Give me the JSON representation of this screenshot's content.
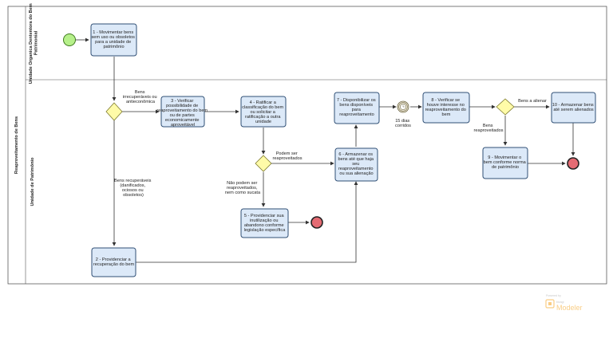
{
  "pool": {
    "title": "Reaproveitamento de Bens"
  },
  "lanes": [
    {
      "id": "lane-detentora",
      "title": [
        "Unidade Organica Dententora do Bem",
        "Patrimonial"
      ]
    },
    {
      "id": "lane-patrimonio",
      "title": [
        "Unidade de Patrimônio"
      ]
    }
  ],
  "tasks": [
    {
      "id": "t1",
      "lines": [
        "1 - Movimentar bens",
        "sem uso ou obsoletos",
        "para a unidade de",
        "patrimônio"
      ]
    },
    {
      "id": "t2",
      "lines": [
        "2 - Providenciar a",
        "recuperação do bem"
      ]
    },
    {
      "id": "t3",
      "lines": [
        "3 - Verificar",
        "possibilidade de",
        "reaproveitamento do bem",
        "ou de partes",
        "economicamente",
        "aproveitável"
      ]
    },
    {
      "id": "t4",
      "lines": [
        "4 - Ratificar a",
        "classificação do bem",
        "ou solicitar a",
        "ratificação a outra",
        "unidade"
      ]
    },
    {
      "id": "t5",
      "lines": [
        "5 - Providenciar sua",
        "inutilização ou",
        "abandono conforme",
        "legislação específica"
      ]
    },
    {
      "id": "t6",
      "lines": [
        "6 - Armazenar os",
        "bens até que haja",
        "seu",
        "reaproveitamento",
        "ou sua alienação"
      ]
    },
    {
      "id": "t7",
      "lines": [
        "7 - Disponibilizar os",
        "bens disponíveis",
        "para",
        "reaproveitamento"
      ]
    },
    {
      "id": "t8",
      "lines": [
        "8 - Verificar se",
        "houve interesse no",
        "reaproveitamento do",
        "bem"
      ]
    },
    {
      "id": "t9",
      "lines": [
        "9 - Movimentar o",
        "bem conforme norma",
        "de patrimônio"
      ]
    },
    {
      "id": "t10",
      "lines": [
        "10 - Armazenar bens",
        "até serem alienados"
      ]
    }
  ],
  "flow_labels": {
    "irrecuperaveis": [
      "Bens",
      "irrecuperáveis ou",
      "antieconômica"
    ],
    "recuperaveis": [
      "Bens recuperáveis",
      "(danificados,",
      "ociosos ou",
      "obsoletos)"
    ],
    "podem_ser": [
      "Podem ser",
      "reaproveitados"
    ],
    "nao_podem": [
      "Não podem ser",
      "reaproveitados,",
      "nem como sucata"
    ],
    "timer": [
      "15 dias",
      "corridos"
    ],
    "alienar": [
      "Bens a alienar"
    ],
    "reaproveitados": [
      "Bens",
      "reaproveitados"
    ]
  },
  "watermark": {
    "powered": "Powered by",
    "brand_small": "bizagi",
    "brand_large": "Modeler"
  },
  "colors": {
    "task_fill": "#dce9f8",
    "task_stroke": "#2f4f75",
    "start_fill": "#b6f08a",
    "end_fill": "#e46b73",
    "gateway_fill": "#fffba8",
    "watermark": "#f5a623"
  }
}
